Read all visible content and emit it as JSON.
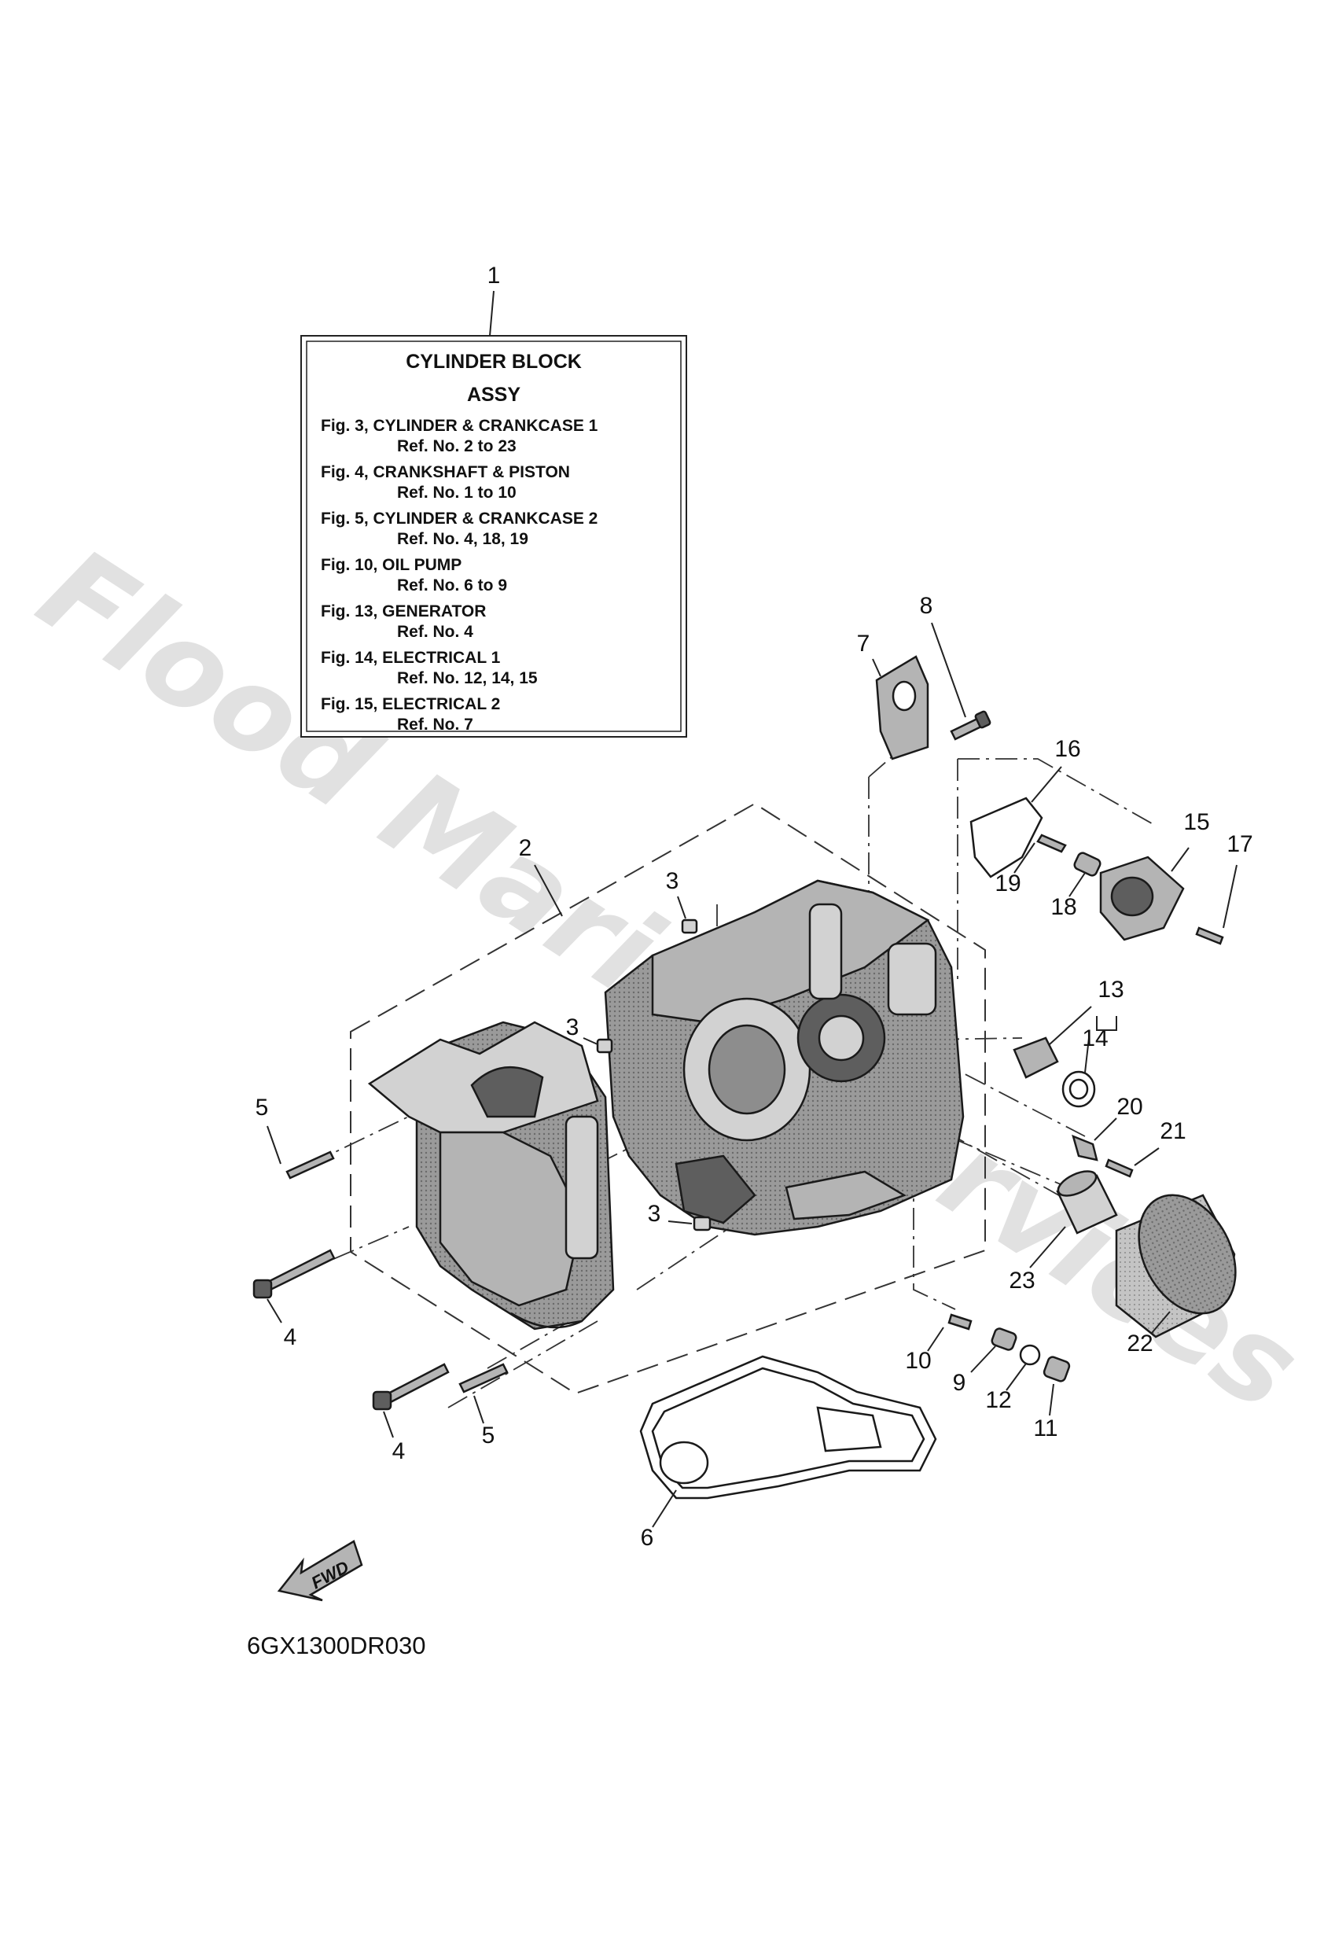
{
  "watermark": "Flood Marine Services",
  "info_box": {
    "title_line1": "CYLINDER  BLOCK",
    "title_line2": "ASSY",
    "lines": [
      "Fig. 3, CYLINDER & CRANKCASE 1",
      "Ref. No. 2 to 23",
      "Fig. 4, CRANKSHAFT & PISTON",
      "Ref. No. 1 to 10",
      "Fig. 5, CYLINDER & CRANKCASE 2",
      "Ref. No. 4, 18, 19",
      "Fig. 10, OIL PUMP",
      "Ref. No. 6 to 9",
      "Fig. 13, GENERATOR",
      "Ref. No. 4",
      "Fig. 14, ELECTRICAL 1",
      "Ref. No. 12, 14, 15",
      "Fig. 15, ELECTRICAL 2",
      "Ref. No. 7"
    ]
  },
  "callouts": [
    "1",
    "2",
    "3",
    "3",
    "3",
    "4",
    "4",
    "5",
    "5",
    "6",
    "7",
    "8",
    "9",
    "10",
    "11",
    "12",
    "13",
    "14",
    "15",
    "16",
    "17",
    "18",
    "19",
    "20",
    "21",
    "22",
    "23"
  ],
  "fwd_label": "FWD",
  "drawing_code": "6GX1300DR030"
}
